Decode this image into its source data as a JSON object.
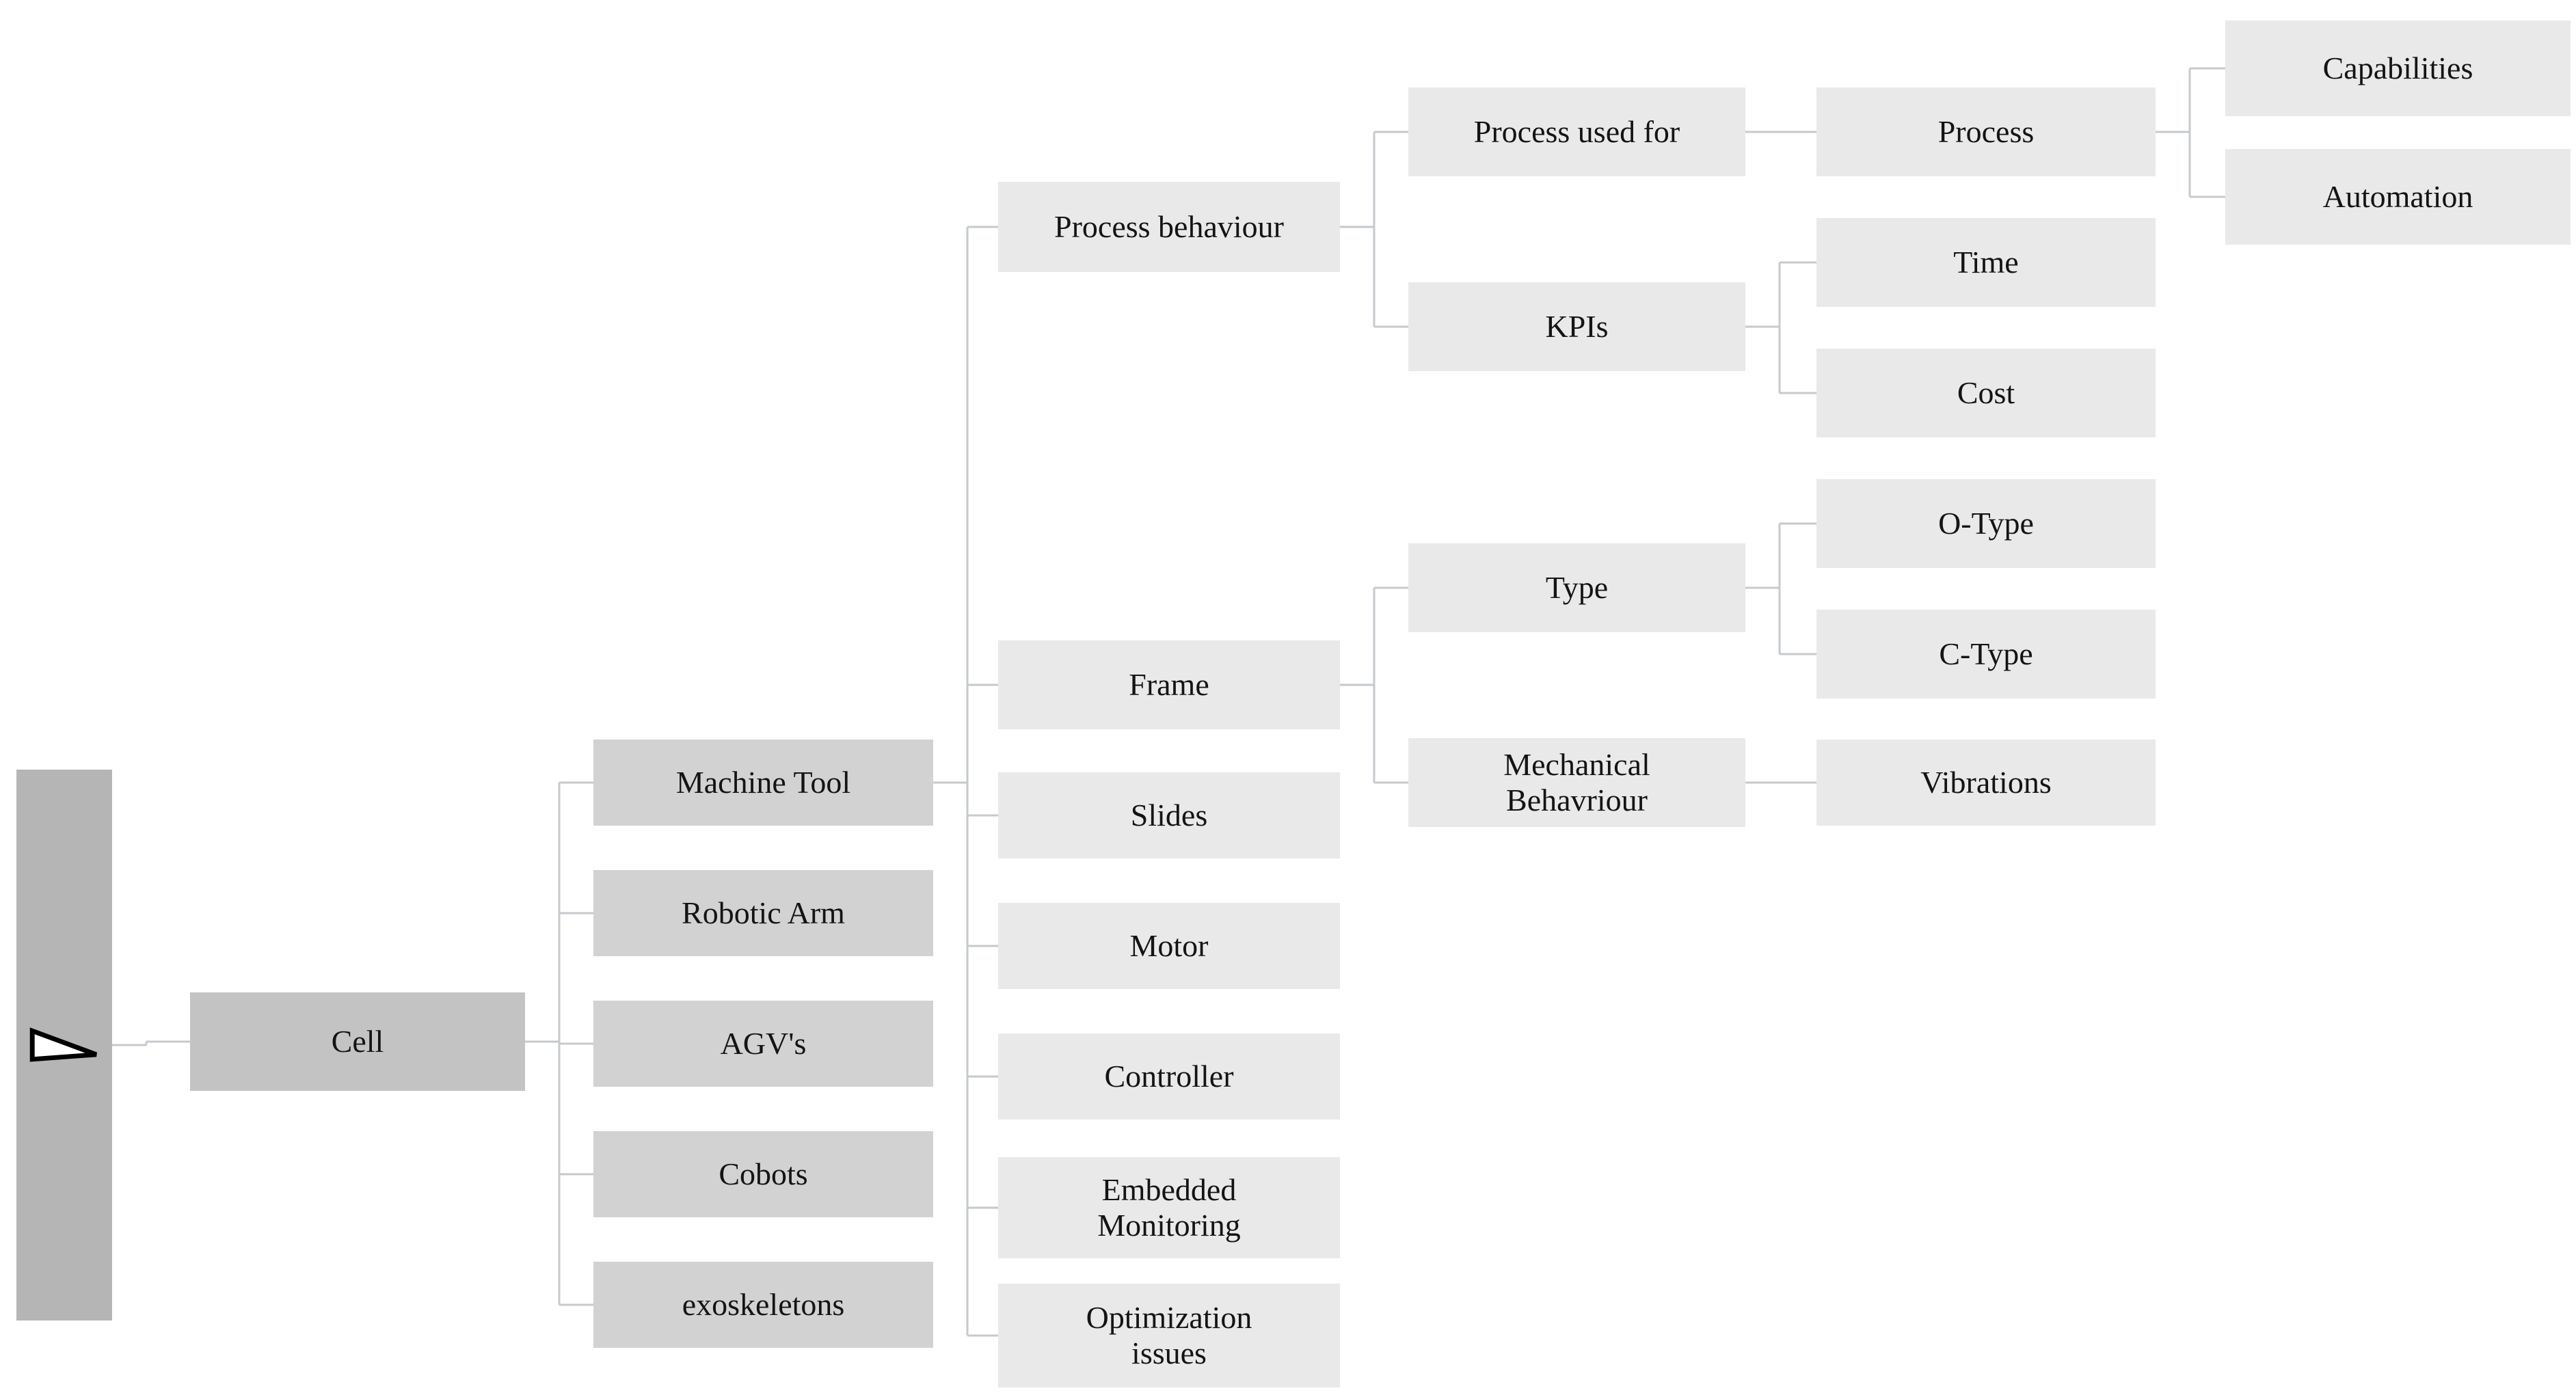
{
  "figure": {
    "type": "tree-diagram",
    "orientation": "left-to-right",
    "root_icon": "right-pointing-triangle-outline"
  },
  "colors": {
    "root_fill": "#b5b5b5",
    "cell_fill": "#c3c3c3",
    "branch_fill": "#d2d2d2",
    "leaf_fill": "#e9e9e9",
    "connector": "#c6cacc",
    "text": "#141414",
    "triangle_stroke": "#000000",
    "triangle_fill": "#ffffff"
  },
  "nodes": [
    {
      "id": "root",
      "label": "",
      "parent": null
    },
    {
      "id": "cell",
      "label": "Cell",
      "parent": "root"
    },
    {
      "id": "machine-tool",
      "label": "Machine Tool",
      "parent": "cell"
    },
    {
      "id": "robotic-arm",
      "label": "Robotic Arm",
      "parent": "cell"
    },
    {
      "id": "agvs",
      "label": "AGV's",
      "parent": "cell"
    },
    {
      "id": "cobots",
      "label": "Cobots",
      "parent": "cell"
    },
    {
      "id": "exoskeletons",
      "label": "exoskeletons",
      "parent": "cell"
    },
    {
      "id": "process-behaviour",
      "label": "Process behaviour",
      "parent": "machine-tool"
    },
    {
      "id": "frame",
      "label": "Frame",
      "parent": "machine-tool"
    },
    {
      "id": "slides",
      "label": "Slides",
      "parent": "machine-tool"
    },
    {
      "id": "motor",
      "label": "Motor",
      "parent": "machine-tool"
    },
    {
      "id": "controller",
      "label": "Controller",
      "parent": "machine-tool"
    },
    {
      "id": "embedded-monitoring",
      "label": "Embedded Monitoring",
      "parent": "machine-tool"
    },
    {
      "id": "optimization-issues",
      "label": "Optimization issues",
      "parent": "machine-tool"
    },
    {
      "id": "process-used-for",
      "label": "Process used for",
      "parent": "process-behaviour"
    },
    {
      "id": "kpis",
      "label": "KPIs",
      "parent": "process-behaviour"
    },
    {
      "id": "type",
      "label": "Type",
      "parent": "frame"
    },
    {
      "id": "mechanical-behavriour",
      "label": "Mechanical Behavriour",
      "parent": "frame"
    },
    {
      "id": "process",
      "label": "Process",
      "parent": "process-used-for"
    },
    {
      "id": "time",
      "label": "Time",
      "parent": "kpis"
    },
    {
      "id": "cost",
      "label": "Cost",
      "parent": "kpis"
    },
    {
      "id": "o-type",
      "label": "O-Type",
      "parent": "type"
    },
    {
      "id": "c-type",
      "label": "C-Type",
      "parent": "type"
    },
    {
      "id": "vibrations",
      "label": "Vibrations",
      "parent": "mechanical-behavriour"
    },
    {
      "id": "capabilities",
      "label": "Capabilities",
      "parent": "process"
    },
    {
      "id": "automation",
      "label": "Automation",
      "parent": "process"
    }
  ]
}
